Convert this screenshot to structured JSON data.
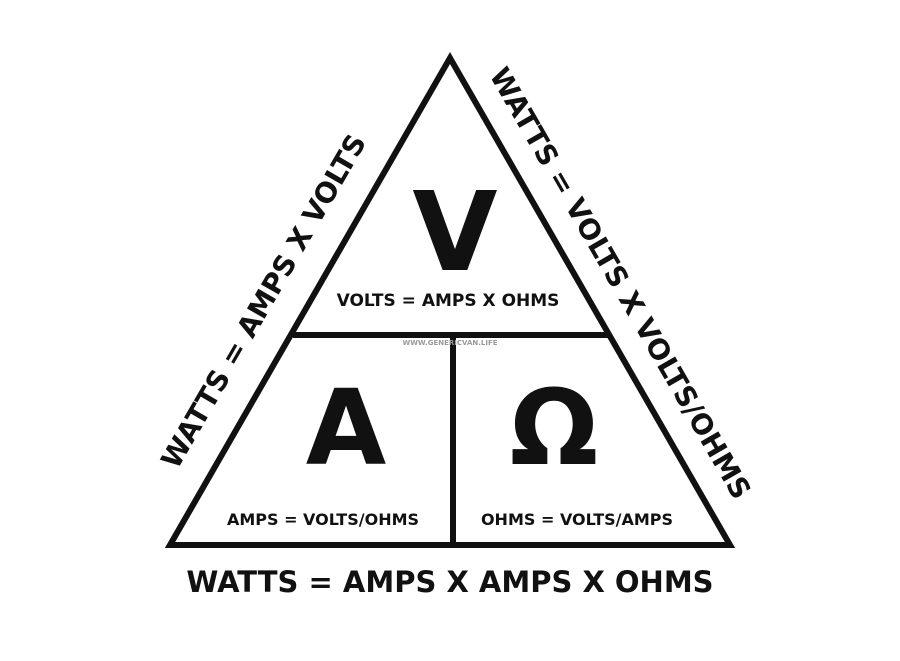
{
  "diagram": {
    "letters": {
      "top": "V",
      "bottom_left": "A",
      "bottom_right": "Ω"
    },
    "formulas": {
      "volts": "VOLTS = AMPS X OHMS",
      "amps": "AMPS = VOLTS/OHMS",
      "ohms": "OHMS = VOLTS/AMPS"
    },
    "edges": {
      "left": "WATTS = AMPS X VOLTS",
      "right": "WATTS = VOLTS X VOLTS/OHMS",
      "bottom": "WATTS = AMPS X AMPS X OHMS"
    },
    "watermark": "WWW.GENERICVAN.LIFE"
  },
  "colors": {
    "stroke": "#111111",
    "background": "#ffffff",
    "watermark": "#9a9a9a"
  }
}
